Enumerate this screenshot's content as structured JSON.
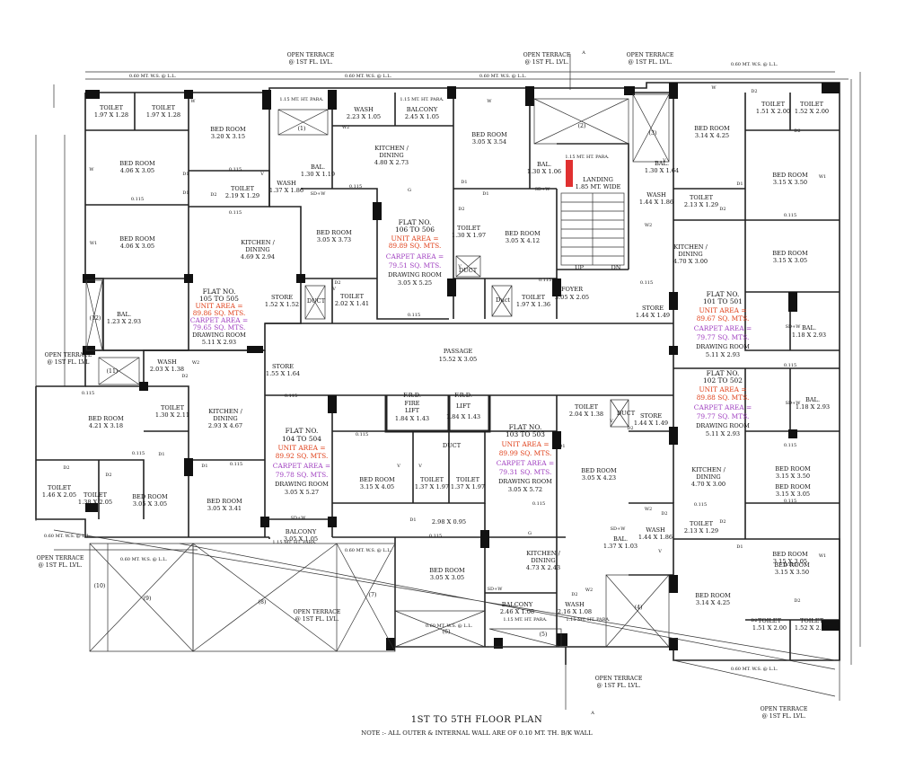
{
  "title": "1ST TO 5TH FLOOR PLAN",
  "note": "NOTE :- ALL OUTER & INTERNAL WALL ARE OF 0.10 MT. TH. B/K WALL",
  "flats": [
    {
      "id": "f105",
      "name": "FLAT NO.",
      "range": "105 TO 505",
      "unit_area": "UNIT AREA =",
      "unit_val": "89.86 SQ. MTS.",
      "carpet_area": "CARPET AREA =",
      "carpet_val": "79.65 SQ. MTS.",
      "room": "DRAWING ROOM",
      "size": "5.11 X 2.93"
    },
    {
      "id": "f106",
      "name": "FLAT NO.",
      "range": "106 TO 506",
      "unit_area": "UNIT AREA =",
      "unit_val": "89.89 SQ. MTS.",
      "carpet_area": "CARPET AREA =",
      "carpet_val": "79.51 SQ. MTS.",
      "room": "DRAWING ROOM",
      "size": "3.05 X 5.25"
    },
    {
      "id": "f101",
      "name": "FLAT NO.",
      "range": "101 TO 501",
      "unit_area": "UNIT AREA =",
      "unit_val": "89.67 SQ. MTS.",
      "carpet_area": "CARPET AREA =",
      "carpet_val": "79.77 SQ. MTS.",
      "room": "DRAWING ROOM",
      "size": "5.11 X 2.93"
    },
    {
      "id": "f102",
      "name": "FLAT NO.",
      "range": "102 TO 502",
      "unit_area": "UNIT AREA =",
      "unit_val": "89.88 SQ. MTS.",
      "carpet_area": "CARPET AREA =",
      "carpet_val": "79.77 SQ. MTS.",
      "room": "DRAWING ROOM",
      "size": "5.11 X 2.93"
    },
    {
      "id": "f104",
      "name": "FLAT NO.",
      "range": "104 TO 504",
      "unit_area": "UNIT AREA =",
      "unit_val": "89.92 SQ. MTS.",
      "carpet_area": "CARPET AREA =",
      "carpet_val": "79.78 SQ. MTS.",
      "room": "DRAWING ROOM",
      "size": "3.05 X 5.27"
    },
    {
      "id": "f103",
      "name": "FLAT NO.",
      "range": "103 TO 503",
      "unit_area": "UNIT AREA =",
      "unit_val": "89.99 SQ. MTS.",
      "carpet_area": "CARPET AREA =",
      "carpet_val": "79.31 SQ. MTS.",
      "room": "DRAWING ROOM",
      "size": "3.05 X 5.72"
    }
  ],
  "rooms": [
    {
      "id": "r1",
      "name": "TOILET",
      "size": "1.97 X 1.28"
    },
    {
      "id": "r2",
      "name": "TOILET",
      "size": "1.97 X 1.28"
    },
    {
      "id": "r3",
      "name": "BED ROOM",
      "size": "3.20 X 3.15"
    },
    {
      "id": "r4",
      "name": "BED ROOM",
      "size": "4.06 X 3.05"
    },
    {
      "id": "r5",
      "name": "BED ROOM",
      "size": "4.06 X 3.05"
    },
    {
      "id": "r6",
      "name": "TOILET",
      "size": "2.19 X 1.29"
    },
    {
      "id": "r7",
      "name": "WASH",
      "size": "1.37 X 1.86"
    },
    {
      "id": "r8",
      "name": "BAL.",
      "size": "1.30 X 1.19"
    },
    {
      "id": "r9",
      "name": "WASH",
      "size": "2.23 X 1.05"
    },
    {
      "id": "r10",
      "name": "BALCONY",
      "size": "2.45 X 1.05"
    },
    {
      "id": "r11",
      "name": "KITCHEN / DINING",
      "size": "4.80 X 2.73"
    },
    {
      "id": "r12",
      "name": "BED ROOM",
      "size": "3.05 X 3.54"
    },
    {
      "id": "r13",
      "name": "BAL.",
      "size": "1.30 X 1.06"
    },
    {
      "id": "r14",
      "name": "KITCHEN / DINING",
      "size": "4.69 X 2.94"
    },
    {
      "id": "r15",
      "name": "BED ROOM",
      "size": "3.05 X 3.73"
    },
    {
      "id": "r16",
      "name": "TOILET",
      "size": "1.30 X 1.97"
    },
    {
      "id": "r17",
      "name": "BED ROOM",
      "size": "3.05 X 4.12"
    },
    {
      "id": "r18",
      "name": "STORE",
      "size": "1.52 X 1.52"
    },
    {
      "id": "r19",
      "name": "TOILET",
      "size": "2.02 X 1.41"
    },
    {
      "id": "r20",
      "name": "TOILET",
      "size": "1.97 X 1.36"
    },
    {
      "id": "r21",
      "name": "BAL.",
      "size": "1.23 X 2.93"
    },
    {
      "id": "r22",
      "name": "WASH",
      "size": "2.03 X 1.38"
    },
    {
      "id": "r23",
      "name": "STORE",
      "size": "1.55 X 1.64"
    },
    {
      "id": "r24",
      "name": "BED ROOM",
      "size": "4.21 X 3.18"
    },
    {
      "id": "r25",
      "name": "TOILET",
      "size": "1.30 X 2.11"
    },
    {
      "id": "r26",
      "name": "KITCHEN / DINING",
      "size": "2.93 X 4.67"
    },
    {
      "id": "r27",
      "name": "TOILET",
      "size": "1.46 X 2.05"
    },
    {
      "id": "r28",
      "name": "TOILET",
      "size": "1.38 X 2.05"
    },
    {
      "id": "r29",
      "name": "BED ROOM",
      "size": "3.05 X 3.05"
    },
    {
      "id": "r30",
      "name": "BED ROOM",
      "size": "3.05 X 3.41"
    },
    {
      "id": "r31",
      "name": "BALCONY",
      "size": "3.05 X 1.05"
    },
    {
      "id": "r32",
      "name": "BED ROOM",
      "size": "3.15 X 4.05"
    },
    {
      "id": "r33",
      "name": "TOILET",
      "size": "1.37 X 1.97"
    },
    {
      "id": "r34",
      "name": "TOILET",
      "size": "1.37 X 1.97"
    },
    {
      "id": "r35",
      "name": "BED ROOM",
      "size": "3.05 X 3.05"
    },
    {
      "id": "r36",
      "name": "KITCHEN / DINING",
      "size": "4.73 X 2.43"
    },
    {
      "id": "r37",
      "name": "BALCONY",
      "size": "2.46 X 1.08"
    },
    {
      "id": "r38",
      "name": "WASH",
      "size": "2.16 X 1.08"
    },
    {
      "id": "r39",
      "name": "BED ROOM",
      "size": "3.05 X 4.23"
    },
    {
      "id": "r40",
      "name": "TOILET",
      "size": "2.04 X 1.38"
    },
    {
      "id": "r41",
      "name": "STORE",
      "size": "1.44 X 1.49"
    },
    {
      "id": "r42",
      "name": "KITCHEN / DINING",
      "size": "4.70 X 3.00"
    },
    {
      "id": "r43",
      "name": "TOILET",
      "size": "2.13 X 1.29"
    },
    {
      "id": "r44",
      "name": "WASH",
      "size": "1.44 X 1.86"
    },
    {
      "id": "r45",
      "name": "BAL.",
      "size": "1.37 X 1.03"
    },
    {
      "id": "r46",
      "name": "BED ROOM",
      "size": "3.14 X 4.25"
    },
    {
      "id": "r47",
      "name": "TOILET",
      "size": "1.51 X 2.00"
    },
    {
      "id": "r48",
      "name": "TOILET",
      "size": "1.52 X 2.00"
    },
    {
      "id": "r49",
      "name": "BED ROOM",
      "size": "3.15 X 3.50"
    },
    {
      "id": "r50",
      "name": "BED ROOM",
      "size": "3.15 X 3.05"
    },
    {
      "id": "r51",
      "name": "BAL.",
      "size": "1.18 X 2.93"
    },
    {
      "id": "r52",
      "name": "BAL.",
      "size": "1.18 X 2.93"
    },
    {
      "id": "r53",
      "name": "STORE",
      "size": "1.44 X 1.49"
    },
    {
      "id": "r54",
      "name": "KITCHEN / DINING",
      "size": "4.70 X 3.00"
    },
    {
      "id": "r55",
      "name": "TOILET",
      "size": "2.13 X 1.29"
    },
    {
      "id": "r56",
      "name": "WASH",
      "size": "1.44 X 1.86"
    },
    {
      "id": "r57",
      "name": "BAL.",
      "size": "1.30 X 1.64"
    },
    {
      "id": "r58",
      "name": "BED ROOM",
      "size": "3.14 X 4.25"
    },
    {
      "id": "r59",
      "name": "TOILET",
      "size": "1.51 X 2.00"
    },
    {
      "id": "r60",
      "name": "TOILET",
      "size": "1.52 X 2.00"
    },
    {
      "id": "r61",
      "name": "BED ROOM",
      "size": "3.15 X 3.50"
    },
    {
      "id": "r62",
      "name": "BED ROOM",
      "size": "3.15 X 3.05"
    },
    {
      "id": "r63",
      "name": "BED ROOM",
      "size": "3.15 X 3.05"
    },
    {
      "id": "r64",
      "name": "BED ROOM",
      "size": "3.15 X 3.50"
    }
  ],
  "core": {
    "passage": "PASSAGE",
    "passage_size": "15.52 X 3.05",
    "fire_lift_1": "F.R.D.",
    "fire_lift_2": "FIRE",
    "fire_lift_3": "LIFT",
    "fire_lift_size": "1.84 X 1.43",
    "lift_1": "F.R.D.",
    "lift_2": "LIFT",
    "lift_size": "1.84 X 1.43",
    "duct": "DUCT",
    "duct_alt": "Duct",
    "landing": "LANDING",
    "landing_note": "1.85 MT. WIDE",
    "foyer": "FOYER",
    "foyer_size": "3.05 X 2.05",
    "up": "UP",
    "dn": "DN",
    "corridor_size": "2.98 X 0.95"
  },
  "annotations": {
    "open_terrace": "OPEN TERRACE",
    "at_1st": "@ 1ST FL. LVL.",
    "at_1st_alt": "@ 1ST FL. LVL",
    "ws": "0.60 MT. W.S. @ L.L.",
    "para": "1.15 MT. HT. PARA.",
    "wall": "0.115",
    "section": "A",
    "numbers": [
      "(1)",
      "(2)",
      "(3)",
      "(4)",
      "(5)",
      "(6)",
      "(7)",
      "(8)",
      "(9)",
      "(10)",
      "(11)",
      "(12)"
    ],
    "tags": [
      "W",
      "W1",
      "W2",
      "D1",
      "D2",
      "V",
      "G",
      "SD+W"
    ]
  }
}
